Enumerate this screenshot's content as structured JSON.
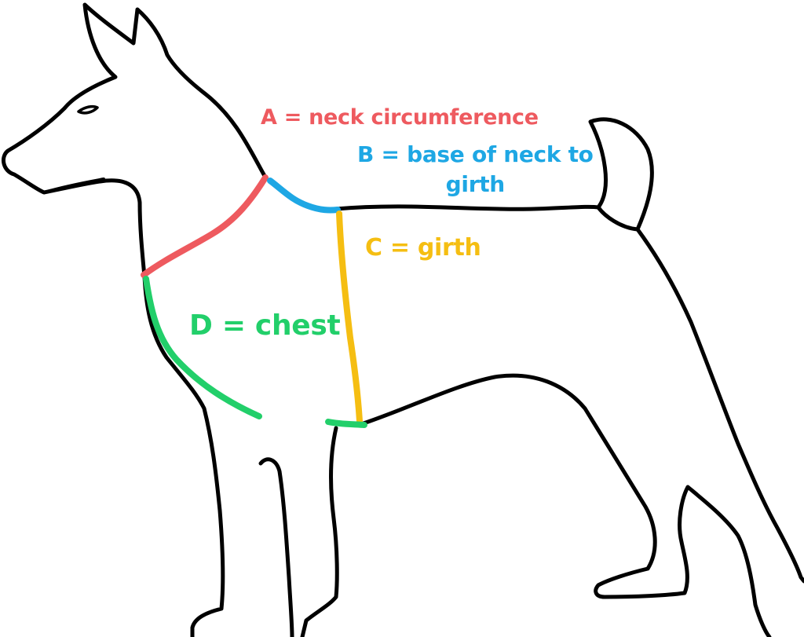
{
  "colors": {
    "outline": "#000000",
    "neck_circumference": "#ee5a5f",
    "base_of_neck_to_girth": "#1ea7e4",
    "girth": "#f5be12",
    "chest": "#22cf6a"
  },
  "labels": {
    "a": "A = neck circumference",
    "b_line1": "B = base of neck to",
    "b_line2": "girth",
    "c": "C = girth",
    "d": "D = chest"
  }
}
